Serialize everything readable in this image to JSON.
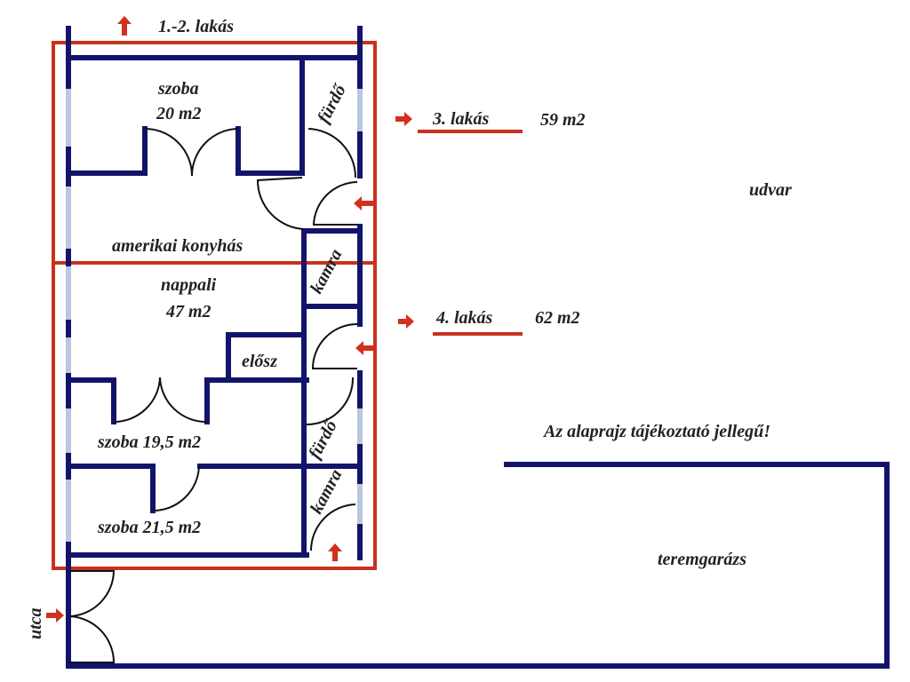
{
  "labels": {
    "units_1_2": "1.-2. lakás",
    "unit_3": "3. lakás",
    "unit_3_area": "59 m2",
    "unit_4": "4. lakás",
    "unit_4_area": "62 m2",
    "courtyard": "udvar",
    "room_szoba": "szoba",
    "room_szoba_area": "20 m2",
    "bath_top": "fürdő",
    "kitchen": "amerikai konyhás",
    "pantry_top": "kamra",
    "living": "nappali",
    "living_area": "47 m2",
    "hall": "elősz",
    "room_19": "szoba 19,5 m2",
    "bath_bottom": "fürdő",
    "room_21": "szoba 21,5 m2",
    "pantry_bottom": "kamra",
    "disclaimer": "Az alaprajz tájékoztató jellegű!",
    "garage": "teremgarázs",
    "street": "utca"
  },
  "colors": {
    "wall": "#12146b",
    "outline": "#c8321e",
    "window": "#b8c9de"
  }
}
